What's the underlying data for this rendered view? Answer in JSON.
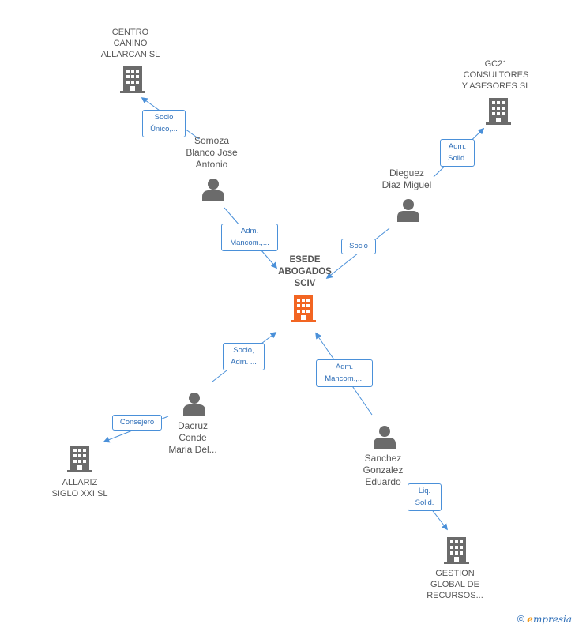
{
  "diagram": {
    "center": {
      "name_lines": [
        "ESEDE",
        "ABOGADOS",
        "SCIV"
      ],
      "icon": "building-icon",
      "color": "#f26522"
    },
    "companies": [
      {
        "id": "centro-canino",
        "name_lines": [
          "CENTRO",
          "CANINO",
          "ALLARCAN SL"
        ],
        "icon": "building-icon"
      },
      {
        "id": "gc21",
        "name_lines": [
          "GC21",
          "CONSULTORES",
          "Y ASESORES SL"
        ],
        "icon": "building-icon"
      },
      {
        "id": "allariz",
        "name_lines": [
          "ALLARIZ",
          "SIGLO XXI SL"
        ],
        "icon": "building-icon"
      },
      {
        "id": "gestion-global",
        "name_lines": [
          "GESTION",
          "GLOBAL DE",
          "RECURSOS..."
        ],
        "icon": "building-icon"
      }
    ],
    "persons": [
      {
        "id": "somoza",
        "name_lines": [
          "Somoza",
          "Blanco Jose",
          "Antonio"
        ],
        "icon": "person-icon"
      },
      {
        "id": "dieguez",
        "name_lines": [
          "Dieguez",
          "Diaz Miguel"
        ],
        "icon": "person-icon"
      },
      {
        "id": "dacruz",
        "name_lines": [
          "Dacruz",
          "Conde",
          "Maria Del..."
        ],
        "icon": "person-icon"
      },
      {
        "id": "sanchez",
        "name_lines": [
          "Sanchez",
          "Gonzalez",
          "Eduardo"
        ],
        "icon": "person-icon"
      }
    ],
    "edges": [
      {
        "id": "somoza-centro",
        "label_lines": [
          "Socio",
          "Único,..."
        ]
      },
      {
        "id": "somoza-center",
        "label_lines": [
          "Adm.",
          "Mancom.,..."
        ]
      },
      {
        "id": "dieguez-gc21",
        "label_lines": [
          "Adm.",
          "Solid."
        ]
      },
      {
        "id": "dieguez-center",
        "label_lines": [
          "Socio"
        ]
      },
      {
        "id": "dacruz-center",
        "label_lines": [
          "Socio,",
          "Adm. ..."
        ]
      },
      {
        "id": "dacruz-allariz",
        "label_lines": [
          "Consejero"
        ]
      },
      {
        "id": "sanchez-center",
        "label_lines": [
          "Adm.",
          "Mancom.,..."
        ]
      },
      {
        "id": "sanchez-gestion",
        "label_lines": [
          "Liq.",
          "Solid."
        ]
      }
    ],
    "colors": {
      "edge": "#4a90d9",
      "icon": "#6b6b6b",
      "center_icon": "#f26522"
    }
  },
  "footer": {
    "copyright_symbol": "©",
    "brand_initial": "e",
    "brand_rest": "mpresia"
  }
}
